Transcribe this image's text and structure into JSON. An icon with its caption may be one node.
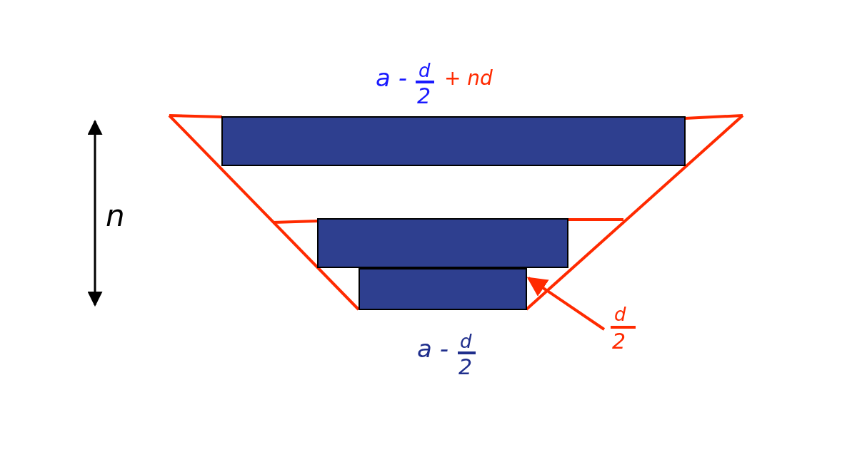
{
  "diagram": {
    "nodes": [
      {
        "text": [],
        "shape": "bar"
      },
      {
        "text": [],
        "shape": "bar"
      },
      {
        "text": [],
        "shape": "bar"
      },
      {
        "text": [
          "d",
          "2"
        ]
      }
    ],
    "edges": [
      {
        "from": 3,
        "to": 2,
        "arrow": "to"
      }
    ],
    "labels": [
      "a -",
      "d",
      "2",
      "+ nd",
      "n",
      "a -",
      "d",
      "2"
    ]
  }
}
